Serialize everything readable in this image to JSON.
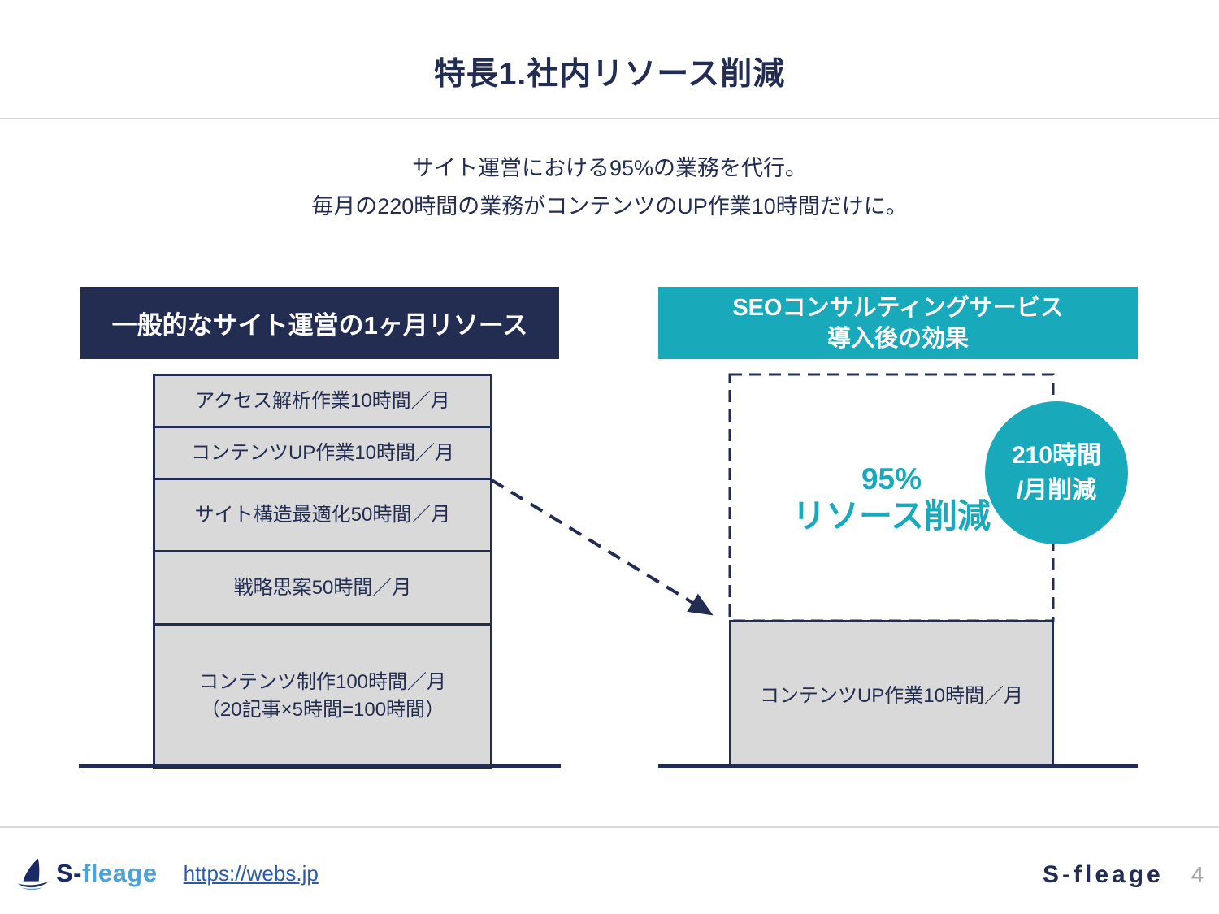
{
  "title": "特長1.社内リソース削減",
  "subtitle": {
    "line1": "サイト運営における95%の業務を代行。",
    "line2": "毎月の220時間の業務がコンテンツのUP作業10時間だけに。"
  },
  "left_panel": {
    "header": "一般的なサイト運営の1ヶ月リソース",
    "blocks": [
      {
        "label": "アクセス解析作業10時間／月",
        "hours": 10
      },
      {
        "label": "コンテンツUP作業10時間／月",
        "hours": 10
      },
      {
        "label": "サイト構造最適化50時間／月",
        "hours": 50
      },
      {
        "label": "戦略思案50時間／月",
        "hours": 50
      },
      {
        "label": "コンテンツ制作100時間／月",
        "sublabel": "（20記事×5時間=100時間）",
        "hours": 100
      }
    ],
    "total_hours": 220
  },
  "right_panel": {
    "header_line1": "SEOコンサルティングサービス",
    "header_line2": "導入後の効果",
    "reduction_percent": "95%",
    "reduction_label": "リソース削減",
    "badge_line1": "210時間",
    "badge_line2": "/月削減",
    "remaining_block": "コンテンツUP作業10時間／月",
    "remaining_hours": 10
  },
  "footer": {
    "logo_text_dark": "S-",
    "logo_text_light": "fleage",
    "link": "https://webs.jp",
    "brand": "S-fleage",
    "page_number": "4"
  },
  "colors": {
    "navy": "#232d52",
    "teal": "#18a9ba",
    "block_gray": "#d9d9d9",
    "link_blue": "#2a5caa",
    "logo_light_blue": "#4ba3d8",
    "page_number_gray": "#a6a6a6"
  }
}
